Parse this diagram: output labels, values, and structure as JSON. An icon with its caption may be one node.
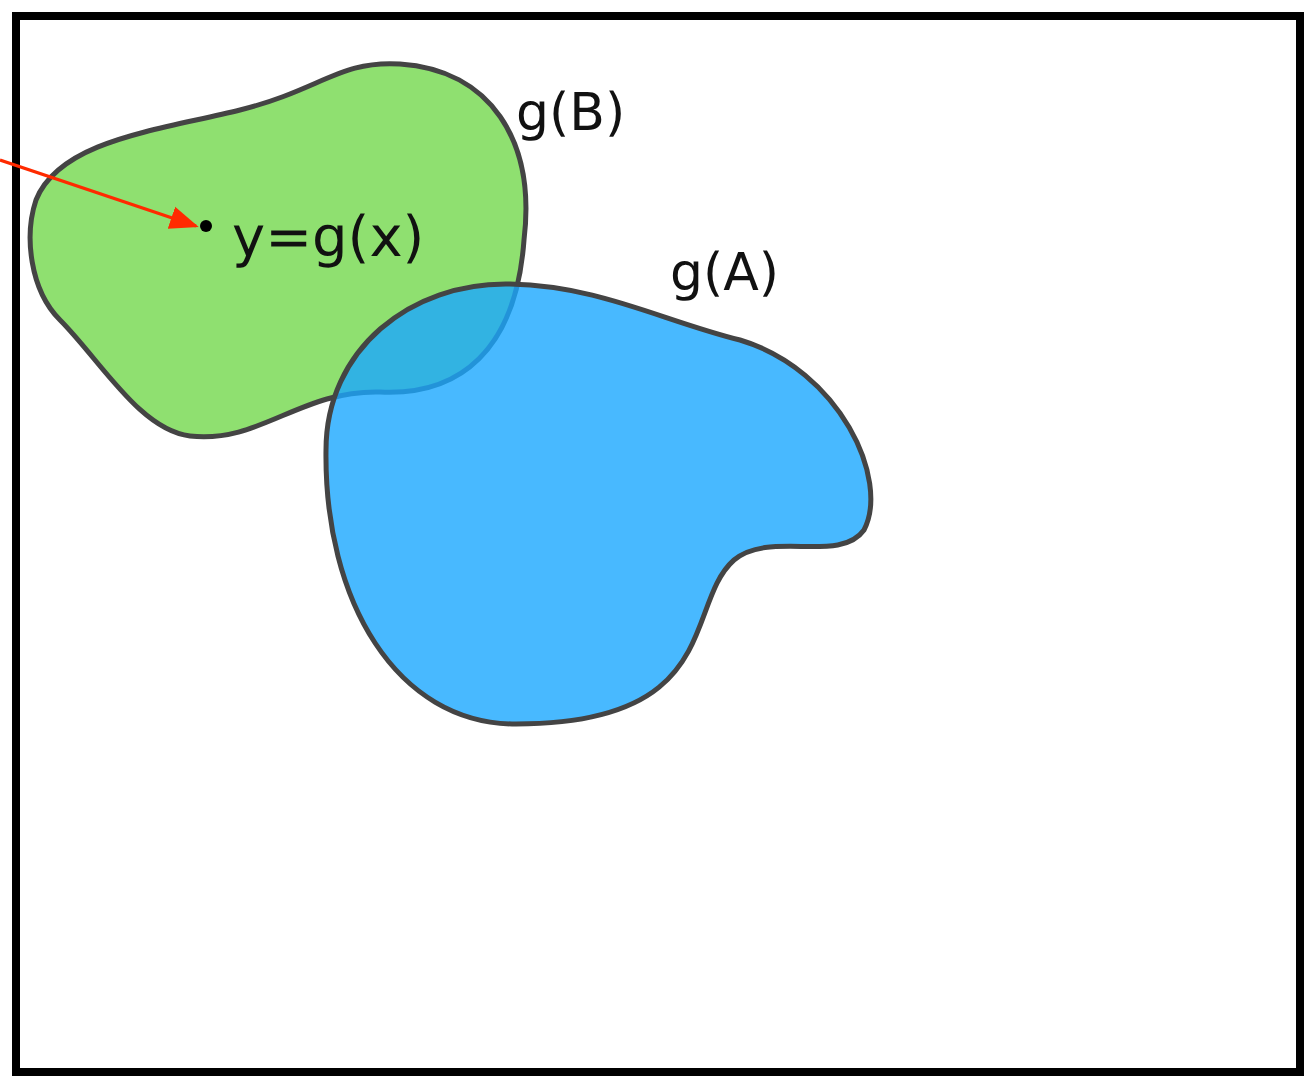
{
  "diagram": {
    "nodes": [
      {
        "text": [
          "g(B)"
        ]
      },
      {
        "text": [
          "g(A)"
        ]
      },
      {
        "text": [],
        "shape": "circle",
        "in": 0,
        "beside": [
          "y=g(x)"
        ]
      }
    ],
    "edges": [
      {
        "from": null,
        "to": 2,
        "arrow": "to",
        "color": "#ff2a00"
      }
    ]
  }
}
